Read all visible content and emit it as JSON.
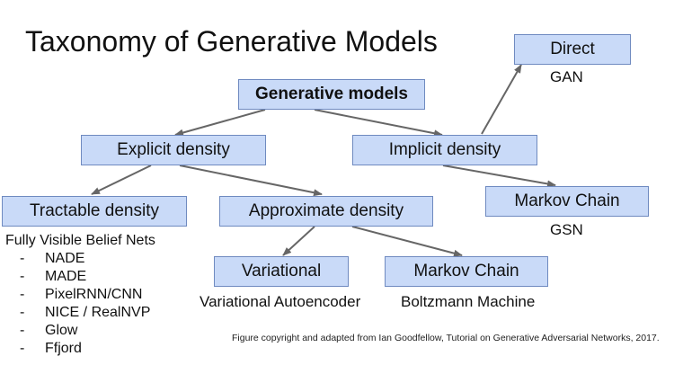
{
  "title": "Taxonomy of Generative Models",
  "nodes": {
    "generative_models": "Generative models",
    "explicit_density": "Explicit density",
    "implicit_density": "Implicit density",
    "direct": "Direct",
    "markov_chain_implicit": "Markov Chain",
    "tractable_density": "Tractable density",
    "approximate_density": "Approximate density",
    "variational": "Variational",
    "markov_chain_approx": "Markov Chain"
  },
  "examples": {
    "direct": "GAN",
    "markov_chain_implicit": "GSN",
    "variational": "Variational Autoencoder",
    "markov_chain_approx": "Boltzmann Machine"
  },
  "tractable_examples": {
    "heading": "Fully Visible Belief Nets",
    "bullet": "-",
    "items": [
      "NADE",
      "MADE",
      "PixelRNN/CNN",
      "NICE / RealNVP",
      "Glow",
      "Ffjord"
    ]
  },
  "credit": "Figure copyright and adapted from Ian Goodfellow, Tutorial on Generative Adversarial Networks, 2017.",
  "colors": {
    "node_fill": "#c9daf8",
    "node_border": "#6f8ac0",
    "edge": "#666666"
  }
}
